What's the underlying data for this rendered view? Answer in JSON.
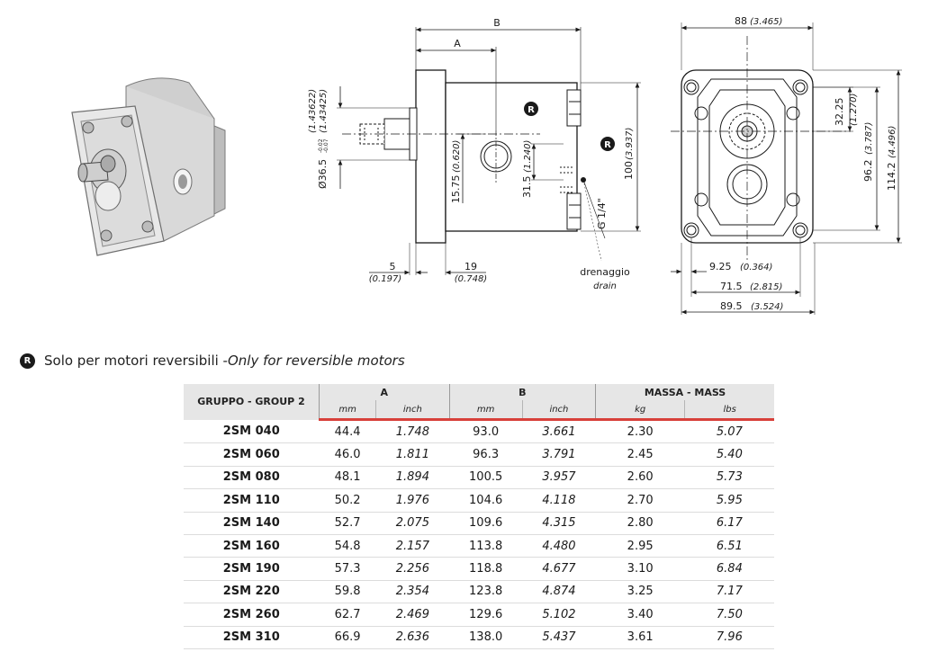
{
  "drawing": {
    "side_view": {
      "dim_b": "B",
      "dim_a": "A",
      "shaft_diameter": "Ø36.5",
      "shaft_tol_upper": "-0.02",
      "shaft_tol_lower": "-0.07",
      "shaft_inch_1": "(1.43622)",
      "shaft_inch_2": "(1.43425)",
      "port_height": "15.75",
      "port_height_inch": "(0.620)",
      "drain_height": "31.5",
      "drain_height_inch": "(1.240)",
      "body_height": "100",
      "body_height_inch": "(3.937)",
      "drain_thread": "G 1/4\"",
      "flange_thickness": "5",
      "flange_thickness_inch": "(0.197)",
      "offset": "19",
      "offset_inch": "(0.748)",
      "drain_label": "drenaggio",
      "drain_label_en": "drain",
      "reversible_mark": "R"
    },
    "front_view": {
      "width": "88",
      "width_inch": "(3.465)",
      "half_height": "32.25",
      "half_height_inch": "(1.270)",
      "hole_spacing_v": "96.2",
      "hole_spacing_v_inch": "(3.787)",
      "flange_height": "114.2",
      "flange_height_inch": "(4.496)",
      "hole_offset": "9.25",
      "hole_offset_inch": "(0.364)",
      "hole_spacing_h": "71.5",
      "hole_spacing_h_inch": "(2.815)",
      "total_width": "89.5",
      "total_width_inch": "(3.524)"
    }
  },
  "note": {
    "badge": "R",
    "text_it": "Solo per motori reversibili - ",
    "text_en": "Only for reversible motors"
  },
  "table": {
    "group_header": "GRUPPO - GROUP 2",
    "col_a": "A",
    "col_b": "B",
    "col_mass": "MASSA - MASS",
    "units": [
      "mm",
      "inch",
      "mm",
      "inch",
      "kg",
      "lbs"
    ],
    "rows": [
      {
        "model": "2SM 040",
        "a_mm": "44.4",
        "a_in": "1.748",
        "b_mm": "93.0",
        "b_in": "3.661",
        "kg": "2.30",
        "lbs": "5.07"
      },
      {
        "model": "2SM 060",
        "a_mm": "46.0",
        "a_in": "1.811",
        "b_mm": "96.3",
        "b_in": "3.791",
        "kg": "2.45",
        "lbs": "5.40"
      },
      {
        "model": "2SM 080",
        "a_mm": "48.1",
        "a_in": "1.894",
        "b_mm": "100.5",
        "b_in": "3.957",
        "kg": "2.60",
        "lbs": "5.73"
      },
      {
        "model": "2SM 110",
        "a_mm": "50.2",
        "a_in": "1.976",
        "b_mm": "104.6",
        "b_in": "4.118",
        "kg": "2.70",
        "lbs": "5.95"
      },
      {
        "model": "2SM 140",
        "a_mm": "52.7",
        "a_in": "2.075",
        "b_mm": "109.6",
        "b_in": "4.315",
        "kg": "2.80",
        "lbs": "6.17"
      },
      {
        "model": "2SM 160",
        "a_mm": "54.8",
        "a_in": "2.157",
        "b_mm": "113.8",
        "b_in": "4.480",
        "kg": "2.95",
        "lbs": "6.51"
      },
      {
        "model": "2SM 190",
        "a_mm": "57.3",
        "a_in": "2.256",
        "b_mm": "118.8",
        "b_in": "4.677",
        "kg": "3.10",
        "lbs": "6.84"
      },
      {
        "model": "2SM 220",
        "a_mm": "59.8",
        "a_in": "2.354",
        "b_mm": "123.8",
        "b_in": "4.874",
        "kg": "3.25",
        "lbs": "7.17"
      },
      {
        "model": "2SM 260",
        "a_mm": "62.7",
        "a_in": "2.469",
        "b_mm": "129.6",
        "b_in": "5.102",
        "kg": "3.40",
        "lbs": "7.50"
      },
      {
        "model": "2SM 310",
        "a_mm": "66.9",
        "a_in": "2.636",
        "b_mm": "138.0",
        "b_in": "5.437",
        "kg": "3.61",
        "lbs": "7.96"
      }
    ]
  }
}
